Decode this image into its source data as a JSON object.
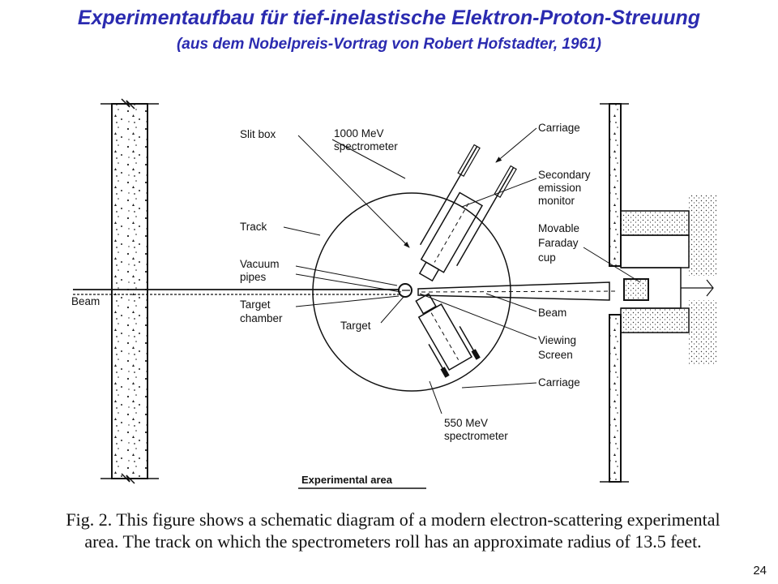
{
  "title": "Experimentaufbau für tief-inelastische Elektron-Proton-Streuung",
  "subtitle": "(aus dem Nobelpreis-Vortrag von Robert Hofstadter, 1961)",
  "labels": {
    "slit_box": "Slit box",
    "spec1000_a": "1000 MeV",
    "spec1000_b": "spectrometer",
    "carriage_top": "Carriage",
    "secondary_a": "Secondary",
    "secondary_b": "emission",
    "secondary_c": "monitor",
    "track": "Track",
    "movable_a": "Movable",
    "movable_b": "Faraday",
    "movable_c": "cup",
    "vacuum_a": "Vacuum",
    "vacuum_b": "pipes",
    "beam_left": "Beam",
    "beam_right": "Beam",
    "target_chamber_a": "Target",
    "target_chamber_b": "chamber",
    "target": "Target",
    "viewing_a": "Viewing",
    "viewing_b": "Screen",
    "carriage_bottom": "Carriage",
    "spec550_a": "550 MeV",
    "spec550_b": "spectrometer",
    "area": "Experimental area"
  },
  "caption": "Fig. 2. This figure shows a schematic diagram of a modern electron-scattering experimental area. The track on which the spectrometers roll has an approximate radius of 13.5 feet.",
  "page_number": "24"
}
